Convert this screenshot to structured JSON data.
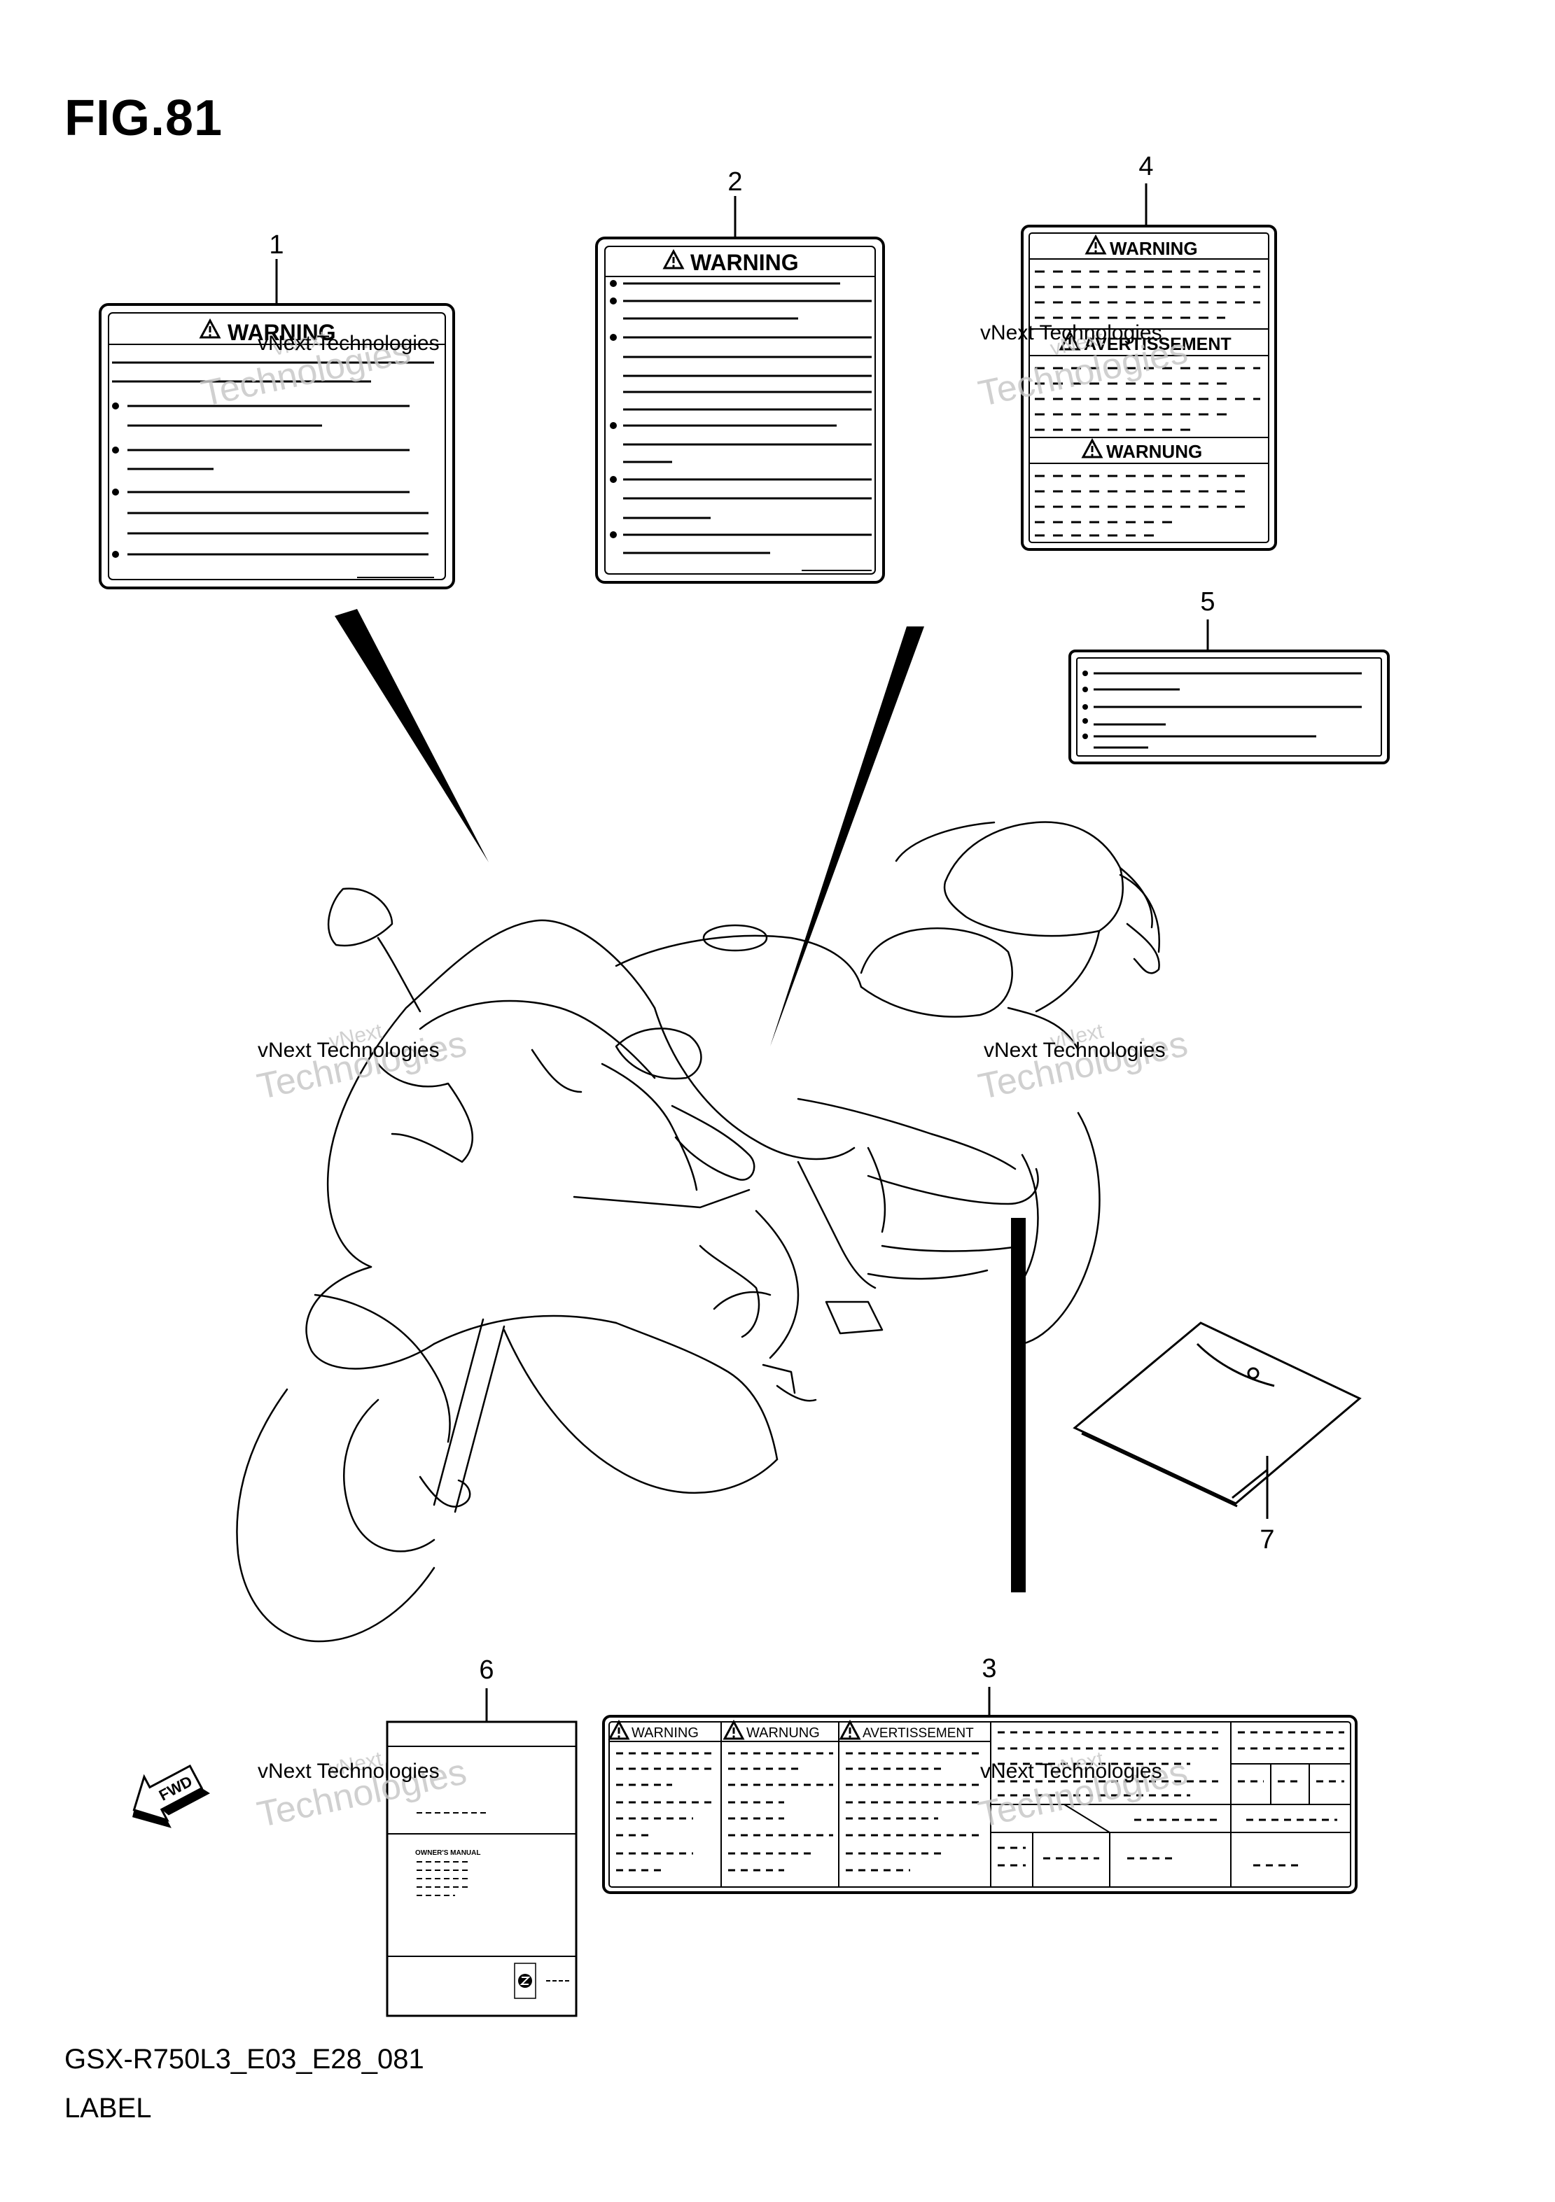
{
  "figure": {
    "title": "FIG.81",
    "code": "GSX-R750L3_E03_E28_081",
    "caption": "LABEL"
  },
  "callouts": [
    "1",
    "2",
    "3",
    "4",
    "5",
    "6",
    "7"
  ],
  "labels": {
    "warning": "WARNING",
    "warnung": "WARNUNG",
    "avertissement": "AVERTISSEMENT",
    "owners_manual": "OWNER'S MANUAL",
    "fwd": "FWD"
  },
  "watermark": {
    "line1": "vNext Technologies",
    "line2": "vNext",
    "line3": "Technologies"
  },
  "icons": [
    "warning-triangle-icon",
    "fwd-arrow-icon",
    "brand-logo-icon"
  ]
}
